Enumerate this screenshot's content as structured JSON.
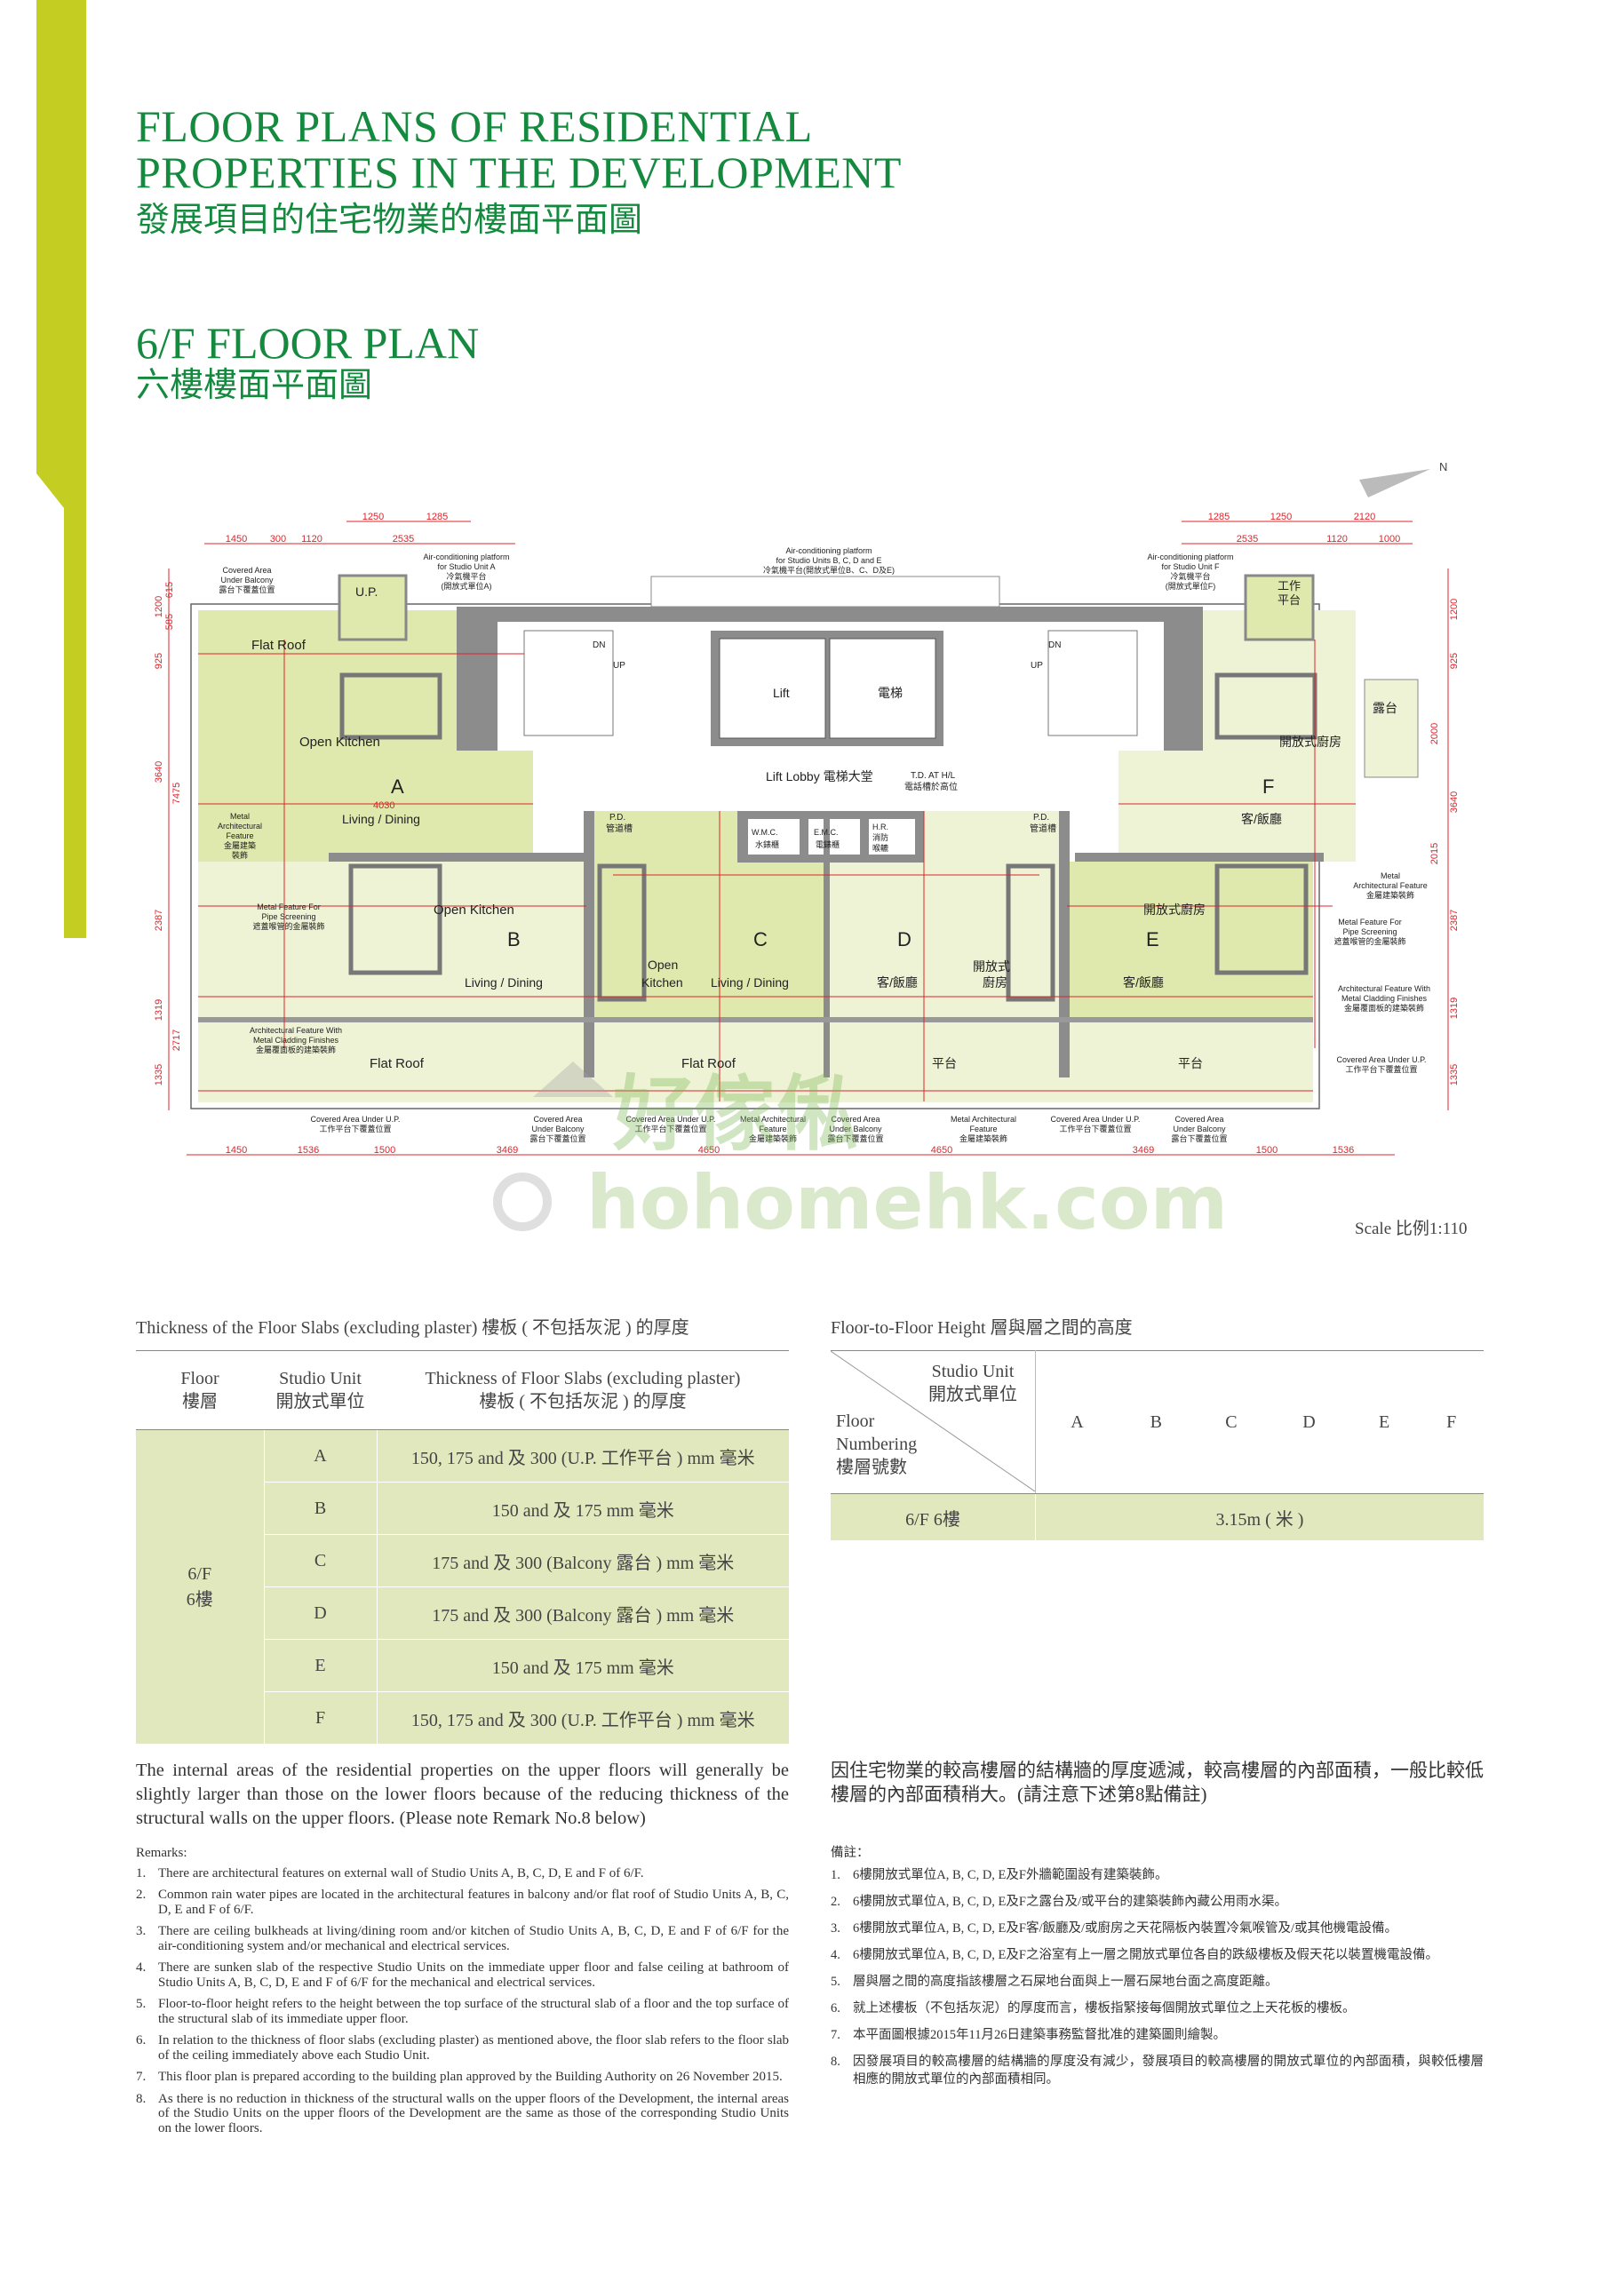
{
  "header": {
    "title_en_line1": "FLOOR PLANS OF RESIDENTIAL",
    "title_en_line2": "PROPERTIES IN THE DEVELOPMENT",
    "title_zh": "發展項目的住宅物業的樓面平面圖",
    "subtitle_en": "6/F FLOOR PLAN",
    "subtitle_zh": "六樓樓面平面圖"
  },
  "colors": {
    "accent_bar": "#c3cd22",
    "title_green": "#148a3f",
    "table_fill": "#e2e8bd",
    "dimension_red": "#e0232a"
  },
  "plan": {
    "north": "N",
    "scale": "Scale 比例1:110",
    "labels": [
      "Flat Roof",
      "Open Kitchen",
      "A",
      "4030",
      "Living / Dining",
      "U.P.",
      "DN",
      "UP",
      "DN",
      "UP",
      "Lift",
      "電梯",
      "Lift Lobby 電梯大堂",
      "T.D. AT H/L",
      "電話槽於高位",
      "W.M.C.",
      "水錶櫃",
      "E.M.C.",
      "電錶櫃",
      "H.R.",
      "消防",
      "喉轆",
      "P.D.",
      "管道槽",
      "P.D.",
      "管道槽",
      "Open Kitchen",
      "B",
      "Living / Dining",
      "Open",
      "Kitchen",
      "C",
      "Living / Dining",
      "D",
      "客/飯廳",
      "開放式",
      "廚房",
      "E",
      "客/飯廳",
      "開放式廚房",
      "F",
      "客/飯廳",
      "開放式廚房",
      "露台",
      "工作",
      "平台",
      "Flat Roof",
      "Flat Roof",
      "平台",
      "平台"
    ],
    "notes": [
      [
        "Covered Area",
        "Under Balcony",
        "露台下覆蓋位置"
      ],
      [
        "Air-conditioning platform",
        "for Studio Unit A",
        "冷氣機平台",
        "(開放式單位A)"
      ],
      [
        "Air-conditioning platform",
        "for Studio Units B, C, D and E",
        "冷氣機平台(開放式單位B、C、D及E)"
      ],
      [
        "Air-conditioning platform",
        "for Studio Unit F",
        "冷氣機平台",
        "(開放式單位F)"
      ],
      [
        "Metal",
        "Architectural",
        "Feature",
        "金屬建築",
        "裝飾"
      ],
      [
        "Metal Feature For",
        "Pipe Screening",
        "遮蓋喉管的金屬裝飾"
      ],
      [
        "Architectural Feature With",
        "Metal Cladding Finishes",
        "金屬覆面板的建築裝飾"
      ],
      [
        "Metal",
        "Architectural Feature",
        "金屬建築裝飾"
      ],
      [
        "Metal Feature For",
        "Pipe Screening",
        "遮蓋喉管的金屬裝飾"
      ],
      [
        "Architectural Feature With",
        "Metal Cladding Finishes",
        "金屬覆面板的建築裝飾"
      ],
      [
        "Covered Area Under U.P.",
        "工作平台下覆蓋位置"
      ],
      [
        "Covered Area Under U.P.",
        "工作平台下覆蓋位置"
      ],
      [
        "Covered Area",
        "Under Balcony",
        "露台下覆蓋位置"
      ],
      [
        "Covered Area Under U.P.",
        "工作平台下覆蓋位置"
      ],
      [
        "Metal Architectural",
        "Feature",
        "金屬建築裝飾"
      ],
      [
        "Covered Area",
        "Under Balcony",
        "露台下覆蓋位置"
      ],
      [
        "Metal Architectural",
        "Feature",
        "金屬建築裝飾"
      ],
      [
        "Covered Area Under U.P.",
        "工作平台下覆蓋位置"
      ],
      [
        "Covered Area",
        "Under Balcony",
        "露台下覆蓋位置"
      ]
    ],
    "dims_top": [
      "1250",
      "1285",
      "1450",
      "300",
      "1120",
      "2535",
      "1285",
      "1250",
      "2120",
      "2535",
      "1120",
      "1000"
    ],
    "dims_bottom": [
      "1450",
      "1536",
      "1500",
      "3469",
      "4650",
      "4650",
      "3469",
      "1500",
      "1536"
    ],
    "dims_left": [
      "1200",
      "615",
      "585",
      "925",
      "3640",
      "7475",
      "2387",
      "1319",
      "2717",
      "1335"
    ],
    "dims_right": [
      "1200",
      "925",
      "2000",
      "3640",
      "2015",
      "2387",
      "1319",
      "1335"
    ]
  },
  "watermark": {
    "zh": "好傢俬",
    "url": "hohomehk.com"
  },
  "slab_table": {
    "caption": "Thickness of the Floor Slabs (excluding plaster) 樓板 ( 不包括灰泥 ) 的厚度",
    "headers": [
      {
        "en": "Floor",
        "zh": "樓層"
      },
      {
        "en": "Studio Unit",
        "zh": "開放式單位"
      },
      {
        "en": "Thickness of Floor Slabs (excluding plaster)",
        "zh": "樓板 ( 不包括灰泥 ) 的厚度"
      }
    ],
    "floor": {
      "en": "6/F",
      "zh": "6樓"
    },
    "rows": [
      {
        "unit": "A",
        "thickness": "150, 175 and 及 300 (U.P. 工作平台 ) mm 毫米"
      },
      {
        "unit": "B",
        "thickness": "150 and 及 175 mm 毫米"
      },
      {
        "unit": "C",
        "thickness": "175 and 及 300 (Balcony 露台 ) mm 毫米"
      },
      {
        "unit": "D",
        "thickness": "175 and 及 300 (Balcony 露台 ) mm 毫米"
      },
      {
        "unit": "E",
        "thickness": "150 and 及 175 mm 毫米"
      },
      {
        "unit": "F",
        "thickness": "150, 175 and 及 300 (U.P. 工作平台 ) mm 毫米"
      }
    ]
  },
  "height_table": {
    "caption": "Floor-to-Floor Height 層與層之間的高度",
    "studio_unit_en": "Studio Unit",
    "studio_unit_zh": "開放式單位",
    "floor_numbering_en1": "Floor",
    "floor_numbering_en2": "Numbering",
    "floor_numbering_zh": "樓層號數",
    "units": [
      "A",
      "B",
      "C",
      "D",
      "E",
      "F"
    ],
    "floor": "6/F 6樓",
    "height": "3.15m ( 米 )"
  },
  "paragraph_en": "The internal areas of the residential properties on the upper floors will generally be slightly larger than those on the lower floors because of the reducing thickness of the structural walls on the upper floors. (Please note Remark No.8 below)",
  "paragraph_zh": "因住宅物業的較高樓層的結構牆的厚度遞減，較高樓層的內部面積，一般比較低樓層的內部面積稍大。(請注意下述第8點備註)",
  "remarks_en": {
    "title": "Remarks:",
    "items": [
      "There are architectural features on external wall of Studio Units A, B, C, D, E and F of 6/F.",
      "Common rain water pipes are located in the architectural features in balcony and/or flat roof of Studio Units A, B, C, D, E and F of 6/F.",
      "There are ceiling bulkheads at living/dining room and/or kitchen of Studio Units A, B, C, D, E and F of 6/F for the air-conditioning system and/or mechanical and electrical services.",
      "There are sunken slab of the respective Studio Units on the immediate upper floor and false ceiling at bathroom of Studio Units A, B, C, D, E and F of 6/F for the mechanical and electrical services.",
      "Floor-to-floor height refers to the height between the top surface of the structural slab of a floor and the top surface of the structural slab of its immediate upper floor.",
      "In relation to the thickness of floor slabs (excluding plaster) as mentioned above, the floor slab refers to the floor slab of the ceiling immediately above each Studio Unit.",
      "This floor plan is prepared according to the building plan approved by the Building Authority on 26 November 2015.",
      "As there is no reduction in thickness of the structural walls on the upper floors of the Development, the internal areas of the Studio Units on the upper floors of the Development are the same as those of the corresponding Studio Units on the lower floors."
    ]
  },
  "remarks_zh": {
    "title": "備註：",
    "items": [
      "6樓開放式單位A, B, C, D, E及F外牆範圍設有建築裝飾。",
      "6樓開放式單位A, B, C, D, E及F之露台及/或平台的建築裝飾內藏公用雨水渠。",
      "6樓開放式單位A, B, C, D, E及F客/飯廳及/或廚房之天花隔板內裝置冷氣喉管及/或其他機電設備。",
      "6樓開放式單位A, B, C, D, E及F之浴室有上一層之開放式單位各自的跌級樓板及假天花以裝置機電設備。",
      "層與層之間的高度指該樓層之石屎地台面與上一層石屎地台面之高度距離。",
      "就上述樓板（不包括灰泥）的厚度而言，樓板指緊接每個開放式單位之上天花板的樓板。",
      "本平面圖根據2015年11月26日建築事務監督批准的建築圖則繪製。",
      "因發展項目的較高樓層的結構牆的厚度没有減少，發展項目的較高樓層的開放式單位的內部面積，與較低樓層相應的開放式單位的內部面積相同。"
    ]
  }
}
